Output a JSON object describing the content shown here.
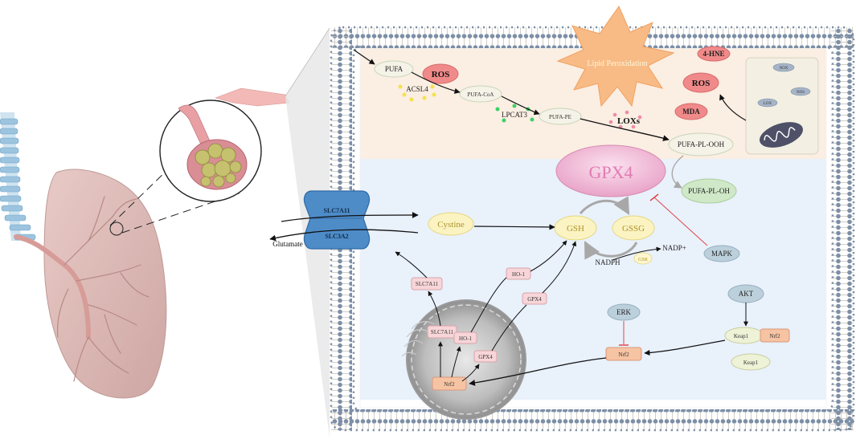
{
  "diagram": {
    "lipid_peroxidation_label": "Lipid Peroxidation",
    "nodes": {
      "pufa": "PUFA",
      "ros_top": "ROS",
      "acsl4": "ACSL4",
      "pufa_coa": "PUFA-CoA",
      "lpcat3": "LPCAT3",
      "pufa_pe": "PUFA-PE",
      "loxs": "LOXs",
      "hne": "4-HNE",
      "ros_right": "ROS",
      "mda": "MDA",
      "pufa_pl_ooh": "PUFA-PL-OOH",
      "gpx4_big": "GPX4",
      "pufa_pl_oh": "PUFA-PL-OH",
      "slc7a11_transporter": "SLC7A11",
      "slc3a2_transporter": "SLC3A2",
      "glutamate": "Glutamate",
      "cystine": "Cystine",
      "gsh": "GSH",
      "gssg": "GSSG",
      "nadph": "NADPH",
      "nadp": "NADP+",
      "gsr": "GSR",
      "mapk": "MAPK",
      "akt": "AKT",
      "erk": "ERK",
      "keap1_complex": "Keap1",
      "nrf2_complex": "Nrf2",
      "keap1_free": "Keap1",
      "nrf2_cyto": "Nrf2",
      "ho1_cyto": "HO-1",
      "gpx4_cyto": "GPX4",
      "slc7a11_cyto": "SLC7A11",
      "nrf2_nucleus": "Nrf2",
      "slc7a11_nucleus": "SLC7A11",
      "ho1_nucleus": "HO-1",
      "gpx4_nucleus": "GPX4"
    },
    "mito_box": {
      "nox": "NOX",
      "nos": "NOS",
      "lox": "LOX"
    },
    "colors": {
      "lipid_zone": "#fbeee2",
      "cytosol": "#e9f1fb",
      "membrane": "#7d8fa6",
      "transporter": "#4e8cc8",
      "ros": "#f08a8a",
      "gpx4": "#f2b8d6",
      "nrf2": "#f6c3a3",
      "nucleus": "#9a9a9a",
      "lung": "#d9b5b1"
    }
  }
}
